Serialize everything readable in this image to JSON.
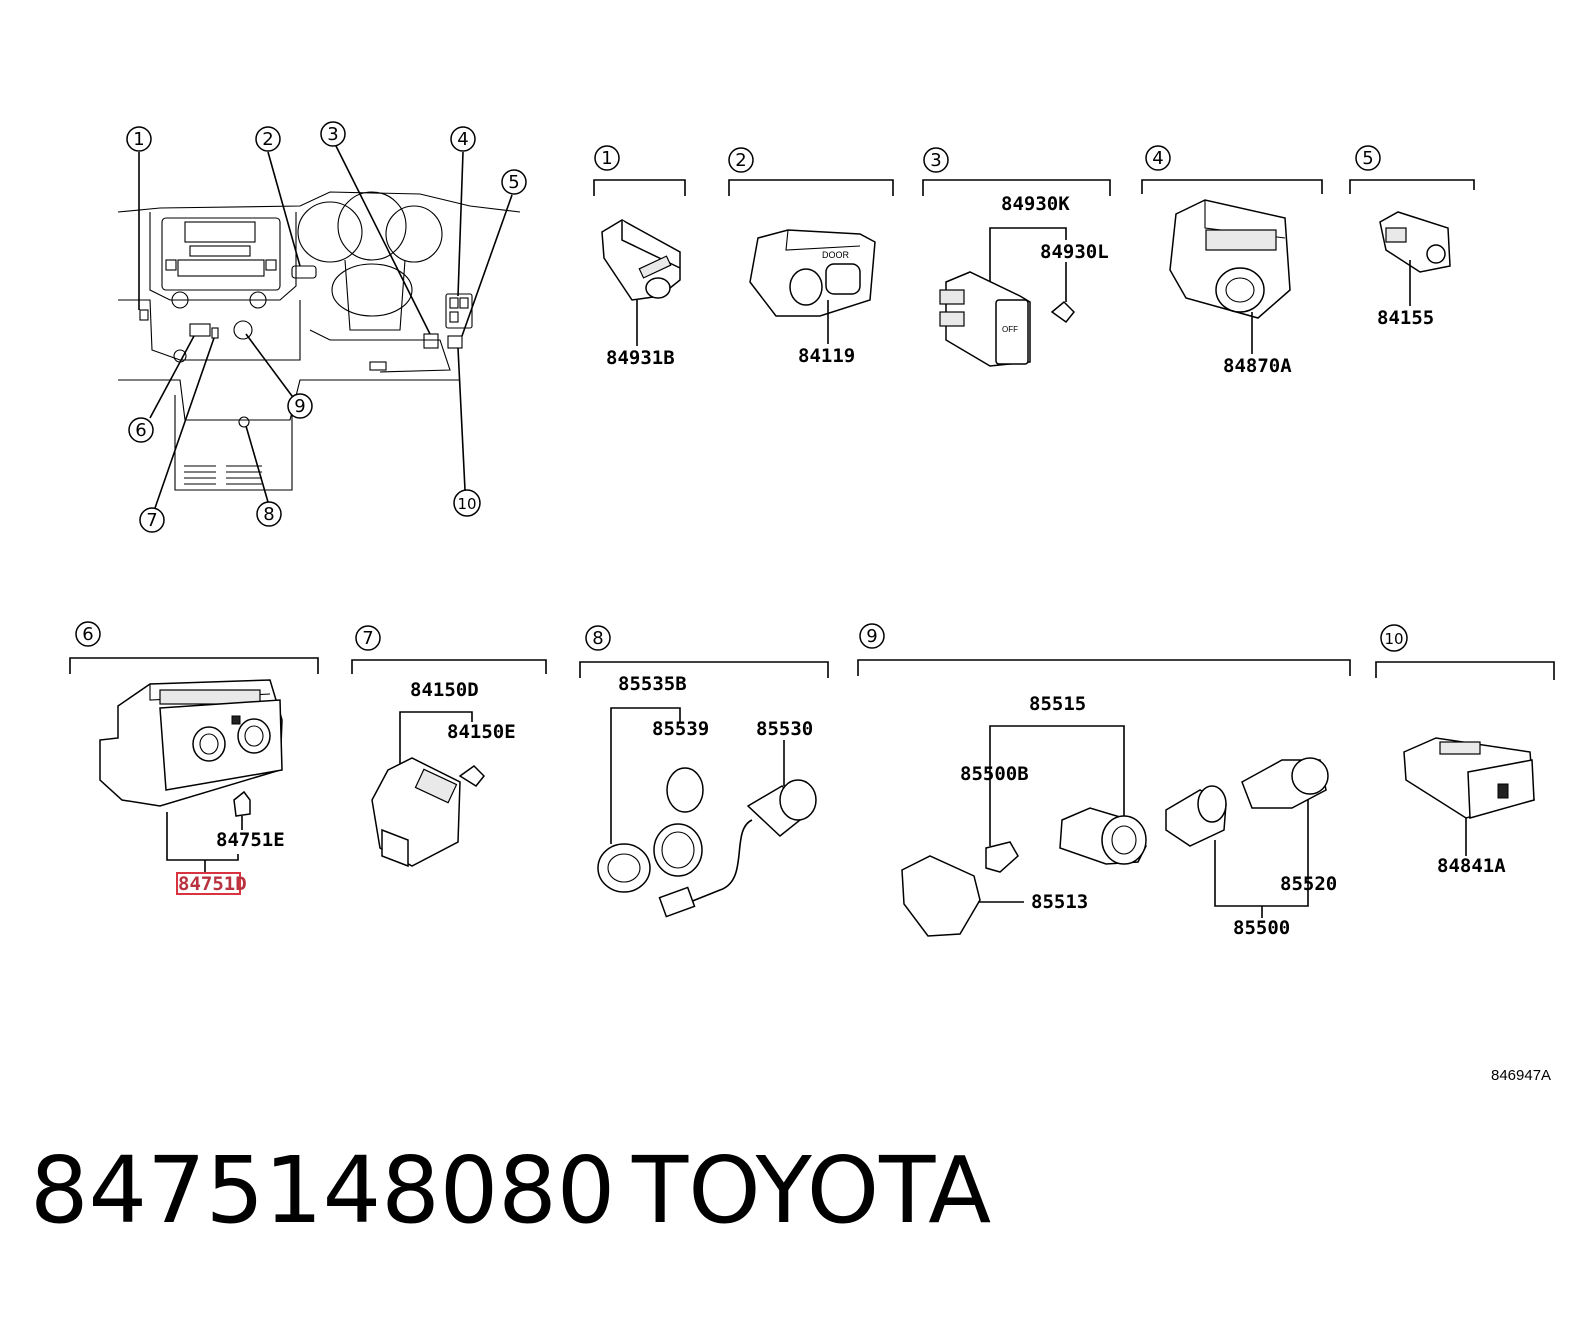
{
  "overview": {
    "callouts": [
      "1",
      "2",
      "3",
      "4",
      "5",
      "6",
      "7",
      "8",
      "9",
      "10"
    ]
  },
  "groups": [
    {
      "num": "1",
      "parts": [
        "84931B"
      ]
    },
    {
      "num": "2",
      "parts": [
        "84119"
      ]
    },
    {
      "num": "3",
      "parts": [
        "84930K",
        "84930L"
      ]
    },
    {
      "num": "4",
      "parts": [
        "84870A"
      ]
    },
    {
      "num": "5",
      "parts": [
        "84155"
      ]
    },
    {
      "num": "6",
      "parts": [
        "84751D",
        "84751E"
      ]
    },
    {
      "num": "7",
      "parts": [
        "84150D",
        "84150E"
      ]
    },
    {
      "num": "8",
      "parts": [
        "85535B",
        "85539",
        "85530"
      ]
    },
    {
      "num": "9",
      "parts": [
        "85515",
        "85500B",
        "85513",
        "85500",
        "85520"
      ]
    },
    {
      "num": "10",
      "parts": [
        "84841A"
      ]
    }
  ],
  "highlighted_part": "84751D",
  "figure_code": "846947A",
  "footer": {
    "part_number": "8475148080",
    "brand": "TOYOTA"
  }
}
